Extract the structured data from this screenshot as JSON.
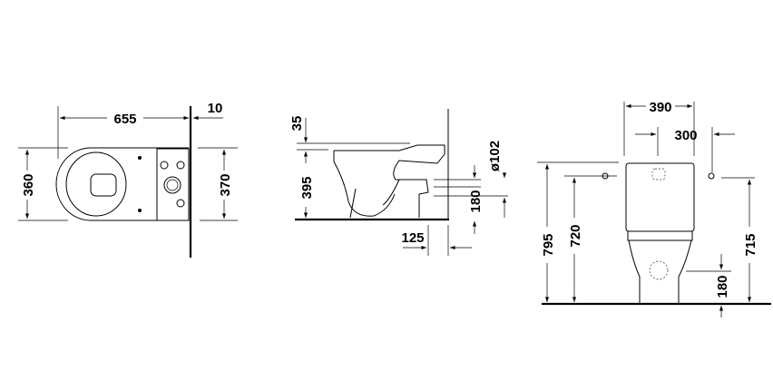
{
  "top_view": {
    "length": "655",
    "wall_gap": "10",
    "width": "360",
    "tank_width": "370"
  },
  "side_view": {
    "seat_gap": "35",
    "height": "395",
    "outlet_diameter": "ø102",
    "outlet_height": "180",
    "outlet_distance": "125"
  },
  "front_view": {
    "total_width": "390",
    "fixing_spacing": "300",
    "total_height": "795",
    "tank_fixing_height": "720",
    "fixing_height": "715",
    "outlet_height": "180"
  }
}
